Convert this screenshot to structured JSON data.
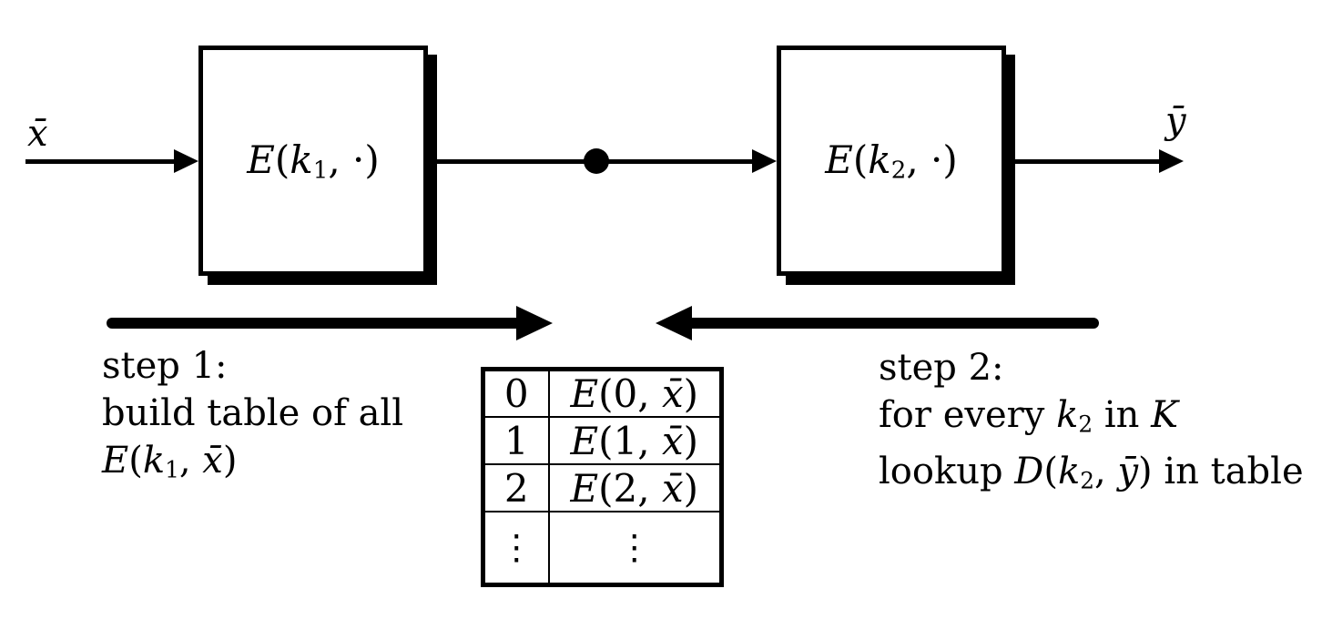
{
  "figure": {
    "background_color": "#ffffff",
    "ink_color": "#000000"
  },
  "pipeline": {
    "input_label": [
      {
        "t": "x̄",
        "s": "i"
      }
    ],
    "output_label": [
      {
        "t": "ȳ",
        "s": "i"
      }
    ],
    "box1_label": [
      {
        "t": "E",
        "s": "i"
      },
      {
        "t": "("
      },
      {
        "t": "k",
        "s": "i"
      },
      {
        "t": "1",
        "s": "sub"
      },
      {
        "t": ", "
      },
      {
        "t": "·"
      },
      {
        "t": ")"
      }
    ],
    "box2_label": [
      {
        "t": "E",
        "s": "i"
      },
      {
        "t": "("
      },
      {
        "t": "k",
        "s": "i"
      },
      {
        "t": "2",
        "s": "sub"
      },
      {
        "t": ", "
      },
      {
        "t": "·"
      },
      {
        "t": ")"
      }
    ]
  },
  "step1": {
    "line1": "step 1:",
    "line2": "build table of all",
    "line3": [
      {
        "t": "E",
        "s": "i"
      },
      {
        "t": "("
      },
      {
        "t": "k",
        "s": "i"
      },
      {
        "t": "1",
        "s": "sub"
      },
      {
        "t": ", "
      },
      {
        "t": "x̄",
        "s": "i"
      },
      {
        "t": ")"
      }
    ]
  },
  "step2": {
    "line1": "step 2:",
    "line2": [
      {
        "t": "for every "
      },
      {
        "t": "k",
        "s": "i"
      },
      {
        "t": "2",
        "s": "sub"
      },
      {
        "t": " in "
      },
      {
        "t": "K",
        "s": "cal"
      }
    ],
    "line3": [
      {
        "t": "lookup "
      },
      {
        "t": "D",
        "s": "i"
      },
      {
        "t": "("
      },
      {
        "t": "k",
        "s": "i"
      },
      {
        "t": "2",
        "s": "sub"
      },
      {
        "t": ", "
      },
      {
        "t": "ȳ",
        "s": "i"
      },
      {
        "t": ") in table"
      }
    ]
  },
  "table": {
    "rows": [
      {
        "key": [
          {
            "t": "0"
          }
        ],
        "value": [
          {
            "t": "E",
            "s": "i"
          },
          {
            "t": "(0, "
          },
          {
            "t": "x̄",
            "s": "i"
          },
          {
            "t": ")"
          }
        ]
      },
      {
        "key": [
          {
            "t": "1"
          }
        ],
        "value": [
          {
            "t": "E",
            "s": "i"
          },
          {
            "t": "(1, "
          },
          {
            "t": "x̄",
            "s": "i"
          },
          {
            "t": ")"
          }
        ]
      },
      {
        "key": [
          {
            "t": "2"
          }
        ],
        "value": [
          {
            "t": "E",
            "s": "i"
          },
          {
            "t": "(2, "
          },
          {
            "t": "x̄",
            "s": "i"
          },
          {
            "t": ")"
          }
        ]
      },
      {
        "key": [
          {
            "t": "⋮"
          }
        ],
        "value": [
          {
            "t": "⋮"
          }
        ]
      }
    ]
  }
}
